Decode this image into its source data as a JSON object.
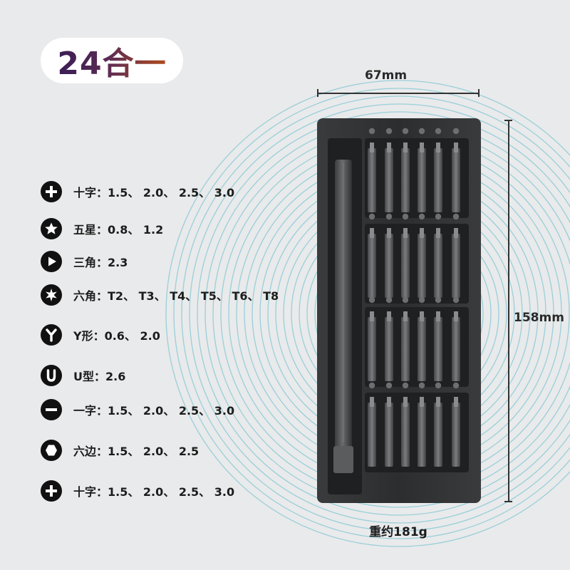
{
  "title": "24合一",
  "dimensions": {
    "width_label": "67mm",
    "height_label": "158mm",
    "weight_label": "重约181g"
  },
  "specs": [
    {
      "icon": "phillips-cross-icon",
      "text": "十字：1.5、 2.0、 2.5、 3.0"
    },
    {
      "icon": "star-icon",
      "text": "五星：0.8、 1.2"
    },
    {
      "icon": "triangle-icon",
      "text": "三角：2.3"
    },
    {
      "icon": "hexalobe-torx-icon",
      "text": "六角：T2、 T3、 T4、 T5、 T6、 T8"
    },
    {
      "icon": "y-shape-icon",
      "text": "Y形：0.6、 2.0"
    },
    {
      "icon": "u-shape-icon",
      "text": "U型：2.6"
    },
    {
      "icon": "flat-slot-icon",
      "text": "一字：1.5、 2.0、 2.5、 3.0"
    },
    {
      "icon": "hexagon-icon",
      "text": "六边：1.5、 2.0、 2.5"
    },
    {
      "icon": "phillips-cross-icon",
      "text": "十字：1.5、 2.0、 2.5、 3.0"
    }
  ],
  "colors": {
    "background": "#e9eaeb",
    "ring": "#7fc6d4",
    "case": "#2b2c2e",
    "title_start": "#3a1d55",
    "title_end": "#b04a1c"
  }
}
